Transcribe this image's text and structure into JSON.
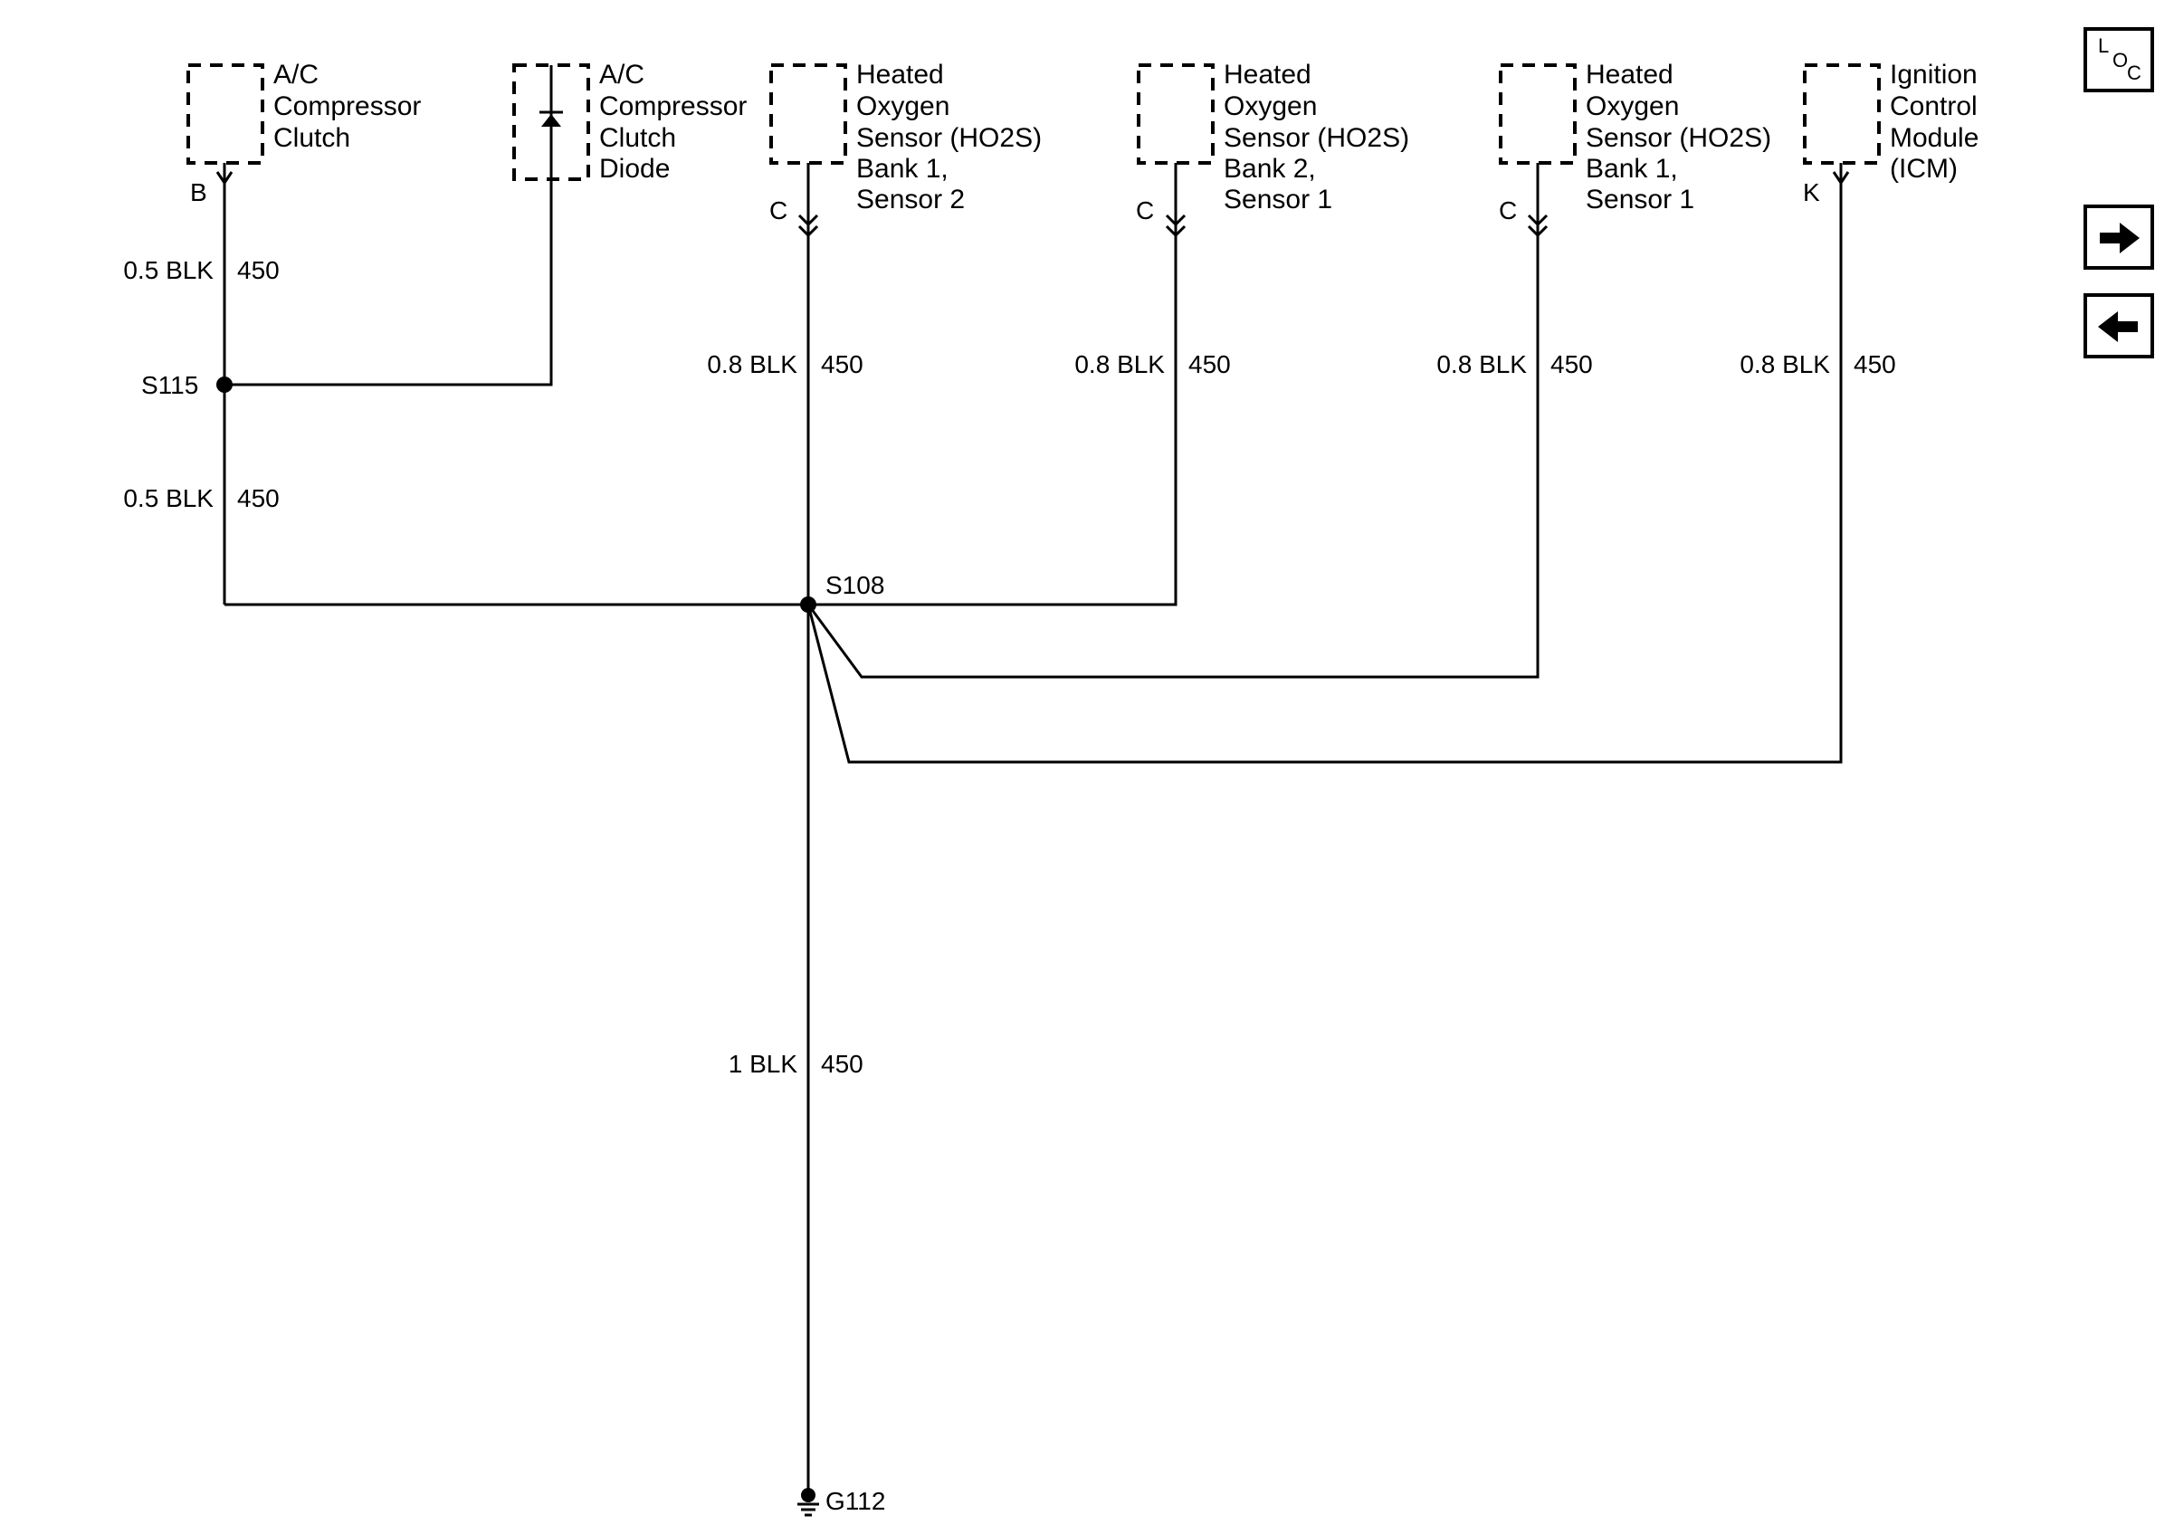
{
  "components": [
    {
      "id": "ac-clutch",
      "lines": [
        "A/C",
        "Compressor",
        "Clutch"
      ],
      "pin": "B"
    },
    {
      "id": "ac-diode",
      "lines": [
        "A/C",
        "Compressor",
        "Clutch",
        "Diode"
      ],
      "pin": ""
    },
    {
      "id": "ho2s-b1s2",
      "lines": [
        "Heated",
        "Oxygen",
        "Sensor (HO2S)",
        "Bank 1,",
        "Sensor 2"
      ],
      "pin": "C"
    },
    {
      "id": "ho2s-b2s1",
      "lines": [
        "Heated",
        "Oxygen",
        "Sensor (HO2S)",
        "Bank 2,",
        "Sensor 1"
      ],
      "pin": "C"
    },
    {
      "id": "ho2s-b1s1",
      "lines": [
        "Heated",
        "Oxygen",
        "Sensor (HO2S)",
        "Bank 1,",
        "Sensor 1"
      ],
      "pin": "C"
    },
    {
      "id": "icm",
      "lines": [
        "Ignition",
        "Control",
        "Module",
        "(ICM)"
      ],
      "pin": "K"
    }
  ],
  "wires": {
    "ac_clutch_upper": {
      "size_color": "0.5 BLK",
      "circuit": "450"
    },
    "ac_clutch_lower": {
      "size_color": "0.5 BLK",
      "circuit": "450"
    },
    "ho2s_b1s2": {
      "size_color": "0.8 BLK",
      "circuit": "450"
    },
    "ho2s_b2s1": {
      "size_color": "0.8 BLK",
      "circuit": "450"
    },
    "ho2s_b1s1": {
      "size_color": "0.8 BLK",
      "circuit": "450"
    },
    "icm": {
      "size_color": "0.8 BLK",
      "circuit": "450"
    },
    "ground": {
      "size_color": "1 BLK",
      "circuit": "450"
    }
  },
  "splices": {
    "s115": "S115",
    "s108": "S108"
  },
  "ground_label": "G112",
  "nav": {
    "loc_top": "L",
    "loc_mid": "O",
    "loc_bot": "C"
  }
}
